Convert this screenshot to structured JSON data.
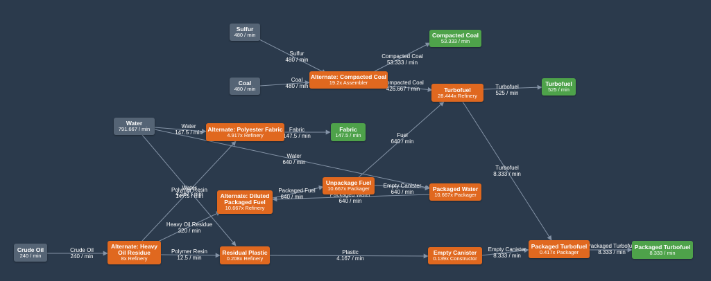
{
  "colors": {
    "background": "#2b3a4c",
    "input": "#556475",
    "machine": "#e0681f",
    "output": "#4ea24a",
    "edge": "#8493a6"
  },
  "nodes": {
    "sulfur": {
      "title": "Sulfur",
      "sub": "480 / min"
    },
    "coal": {
      "title": "Coal",
      "sub": "480 / min"
    },
    "compacted_coal_recipe": {
      "title": "Alternate: Compacted Coal",
      "sub": "19.2x Assembler"
    },
    "compacted_coal_out": {
      "title": "Compacted Coal",
      "sub": "53.333 / min"
    },
    "turbofuel": {
      "title": "Turbofuel",
      "sub": "28.444x Refinery"
    },
    "turbofuel_out": {
      "title": "Turbofuel",
      "sub": "525 / min"
    },
    "water": {
      "title": "Water",
      "sub": "791.667 / min"
    },
    "polyester": {
      "title": "Alternate: Polyester Fabric",
      "sub": "4.917x Refinery"
    },
    "fabric_out": {
      "title": "Fabric",
      "sub": "147.5 / min"
    },
    "unpackage_fuel": {
      "title": "Unpackage Fuel",
      "sub": "10.667x Packager"
    },
    "packaged_water": {
      "title": "Packaged Water",
      "sub": "10.667x Packager"
    },
    "diluted_fuel": {
      "title": "Alternate: Diluted Packaged Fuel",
      "sub": "10.667x Refinery"
    },
    "crude_oil": {
      "title": "Crude Oil",
      "sub": "240 / min"
    },
    "heavy_residue": {
      "title": "Alternate: Heavy Oil Residue",
      "sub": "8x Refinery"
    },
    "residual_plastic": {
      "title": "Residual Plastic",
      "sub": "0.208x Refinery"
    },
    "empty_canister": {
      "title": "Empty Canister",
      "sub": "0.139x Constructor"
    },
    "packaged_turbofuel": {
      "title": "Packaged Turbofuel",
      "sub": "0.417x Packager"
    },
    "packaged_turbofuel_out": {
      "title": "Packaged Turbofuel",
      "sub": "8.333 / min"
    }
  },
  "edges": [
    {
      "id": "sulfur-cc",
      "item": "Sulfur",
      "rate": "480 / min"
    },
    {
      "id": "coal-cc",
      "item": "Coal",
      "rate": "480 / min"
    },
    {
      "id": "cc-out",
      "item": "Compacted Coal",
      "rate": "53.333 / min"
    },
    {
      "id": "cc-turbo",
      "item": "Compacted Coal",
      "rate": "426.667 / min"
    },
    {
      "id": "turbo-out",
      "item": "Turbofuel",
      "rate": "525 / min"
    },
    {
      "id": "water-poly",
      "item": "Water",
      "rate": "147.5 / min"
    },
    {
      "id": "poly-fabric",
      "item": "Fabric",
      "rate": "147.5 / min"
    },
    {
      "id": "water-pw",
      "item": "Water",
      "rate": "640 / min"
    },
    {
      "id": "water-rp",
      "item": "Water",
      "rate": "4.167 / min"
    },
    {
      "id": "unpack-turbo",
      "item": "Fuel",
      "rate": "640 / min"
    },
    {
      "id": "unpack-pw",
      "item": "Empty Canister",
      "rate": "640 / min"
    },
    {
      "id": "pw-diluted",
      "item": "Packaged Water",
      "rate": "640 / min"
    },
    {
      "id": "diluted-unpack",
      "item": "Packaged Fuel",
      "rate": "640 / min"
    },
    {
      "id": "turbo-pt",
      "item": "Turbofuel",
      "rate": "8.333 / min"
    },
    {
      "id": "heavy-poly",
      "item": "Polymer Resin",
      "rate": "147.5 / min"
    },
    {
      "id": "heavy-diluted",
      "item": "Heavy Oil Residue",
      "rate": "320 / min"
    },
    {
      "id": "crude-heavy",
      "item": "Crude Oil",
      "rate": "240 / min"
    },
    {
      "id": "heavy-rp",
      "item": "Polymer Resin",
      "rate": "12.5 / min"
    },
    {
      "id": "rp-ec",
      "item": "Plastic",
      "rate": "4.167 / min"
    },
    {
      "id": "ec-pt",
      "item": "Empty Canister",
      "rate": "8.333 / min"
    },
    {
      "id": "pt-out",
      "item": "Packaged Turbofuel",
      "rate": "8.333 / min"
    }
  ]
}
